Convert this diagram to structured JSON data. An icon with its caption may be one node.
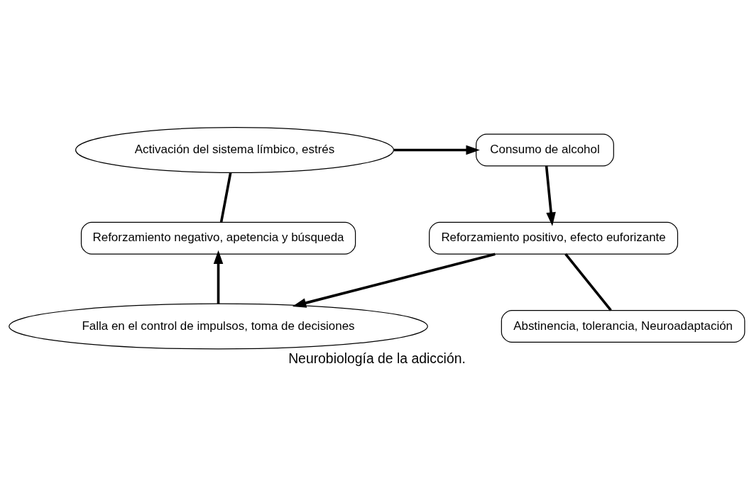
{
  "diagram": {
    "caption": "Neurobiología de la adicción.",
    "nodes": [
      {
        "text": [
          "Activación del sistema límbico, estrés"
        ]
      },
      {
        "text": [
          "Consumo de alcohol"
        ]
      },
      {
        "text": [
          "Reforzamiento positivo, efecto euforizante"
        ]
      },
      {
        "text": [
          "Reforzamiento negativo, apetencia y búsqueda"
        ]
      },
      {
        "text": [
          "Falla en el control de impulsos, toma de decisiones"
        ]
      },
      {
        "text": [
          "Abstinencia, tolerancia, Neuroadaptación"
        ]
      }
    ],
    "edges": [
      {
        "from": 0,
        "to": 1,
        "arrow": "to"
      },
      {
        "from": 1,
        "to": 2,
        "arrow": "to"
      },
      {
        "from": 2,
        "to": 4,
        "arrow": "to"
      },
      {
        "from": 4,
        "to": 3,
        "arrow": "to"
      },
      {
        "from": 3,
        "to": 0,
        "arrow": "none"
      },
      {
        "from": 5,
        "to": 2,
        "arrow": "none"
      }
    ]
  }
}
